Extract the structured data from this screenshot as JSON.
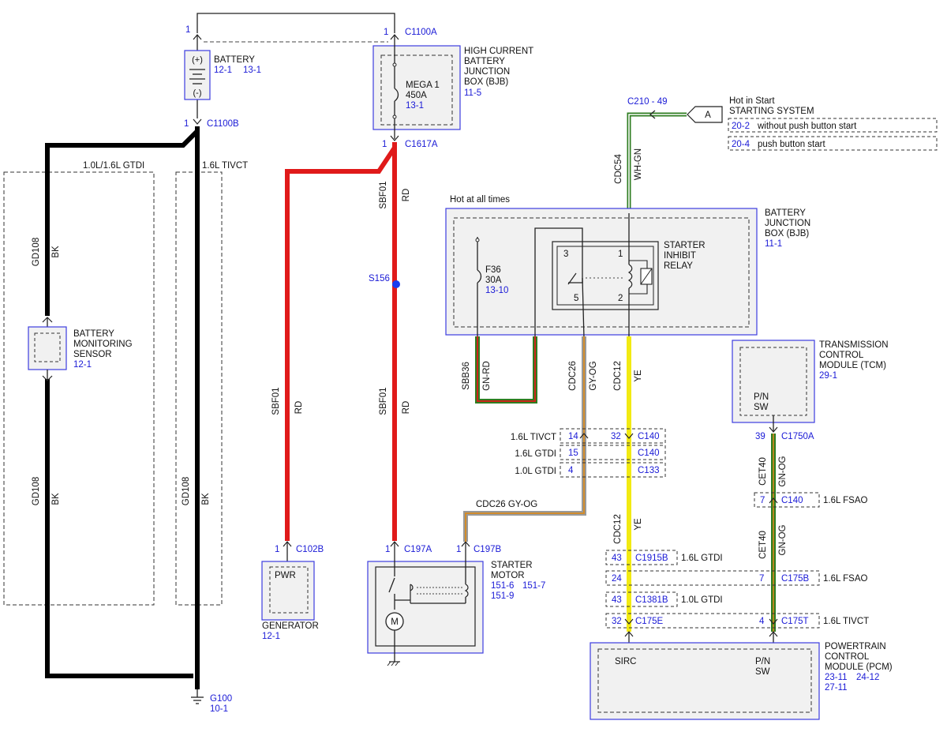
{
  "colors": {
    "bk": "#000000",
    "rd": "#e01a1a",
    "ye": "#f2ea13",
    "gn": "#2f7d21",
    "og": "#d98a1e",
    "gy": "#999999",
    "wh": "#ffffff",
    "ref_blue": "#1a1ad6",
    "frame_blue": "#3c3ce0",
    "splice_blue": "#1a3cf0"
  },
  "components": {
    "battery": {
      "name": "BATTERY",
      "ref1": "12-1",
      "ref2": "13-1",
      "plus": "(+)",
      "minus": "(-)"
    },
    "hcbjb": {
      "name": [
        "HIGH CURRENT",
        "BATTERY",
        "JUNCTION",
        "BOX (BJB)"
      ],
      "ref": "11-5",
      "fuse": "MEGA 1",
      "rating": "450A",
      "fuse_ref": "13-1"
    },
    "bjb": {
      "name": [
        "BATTERY",
        "JUNCTION",
        "BOX (BJB)"
      ],
      "ref": "11-1",
      "hot_label": "Hot at all times",
      "fuse": "F36",
      "rating": "30A",
      "fuse_ref": "13-10"
    },
    "relay": {
      "name": [
        "STARTER",
        "INHIBIT",
        "RELAY"
      ],
      "pins": [
        "3",
        "1",
        "5",
        "2"
      ]
    },
    "bms": {
      "name": [
        "BATTERY",
        "MONITORING",
        "SENSOR"
      ],
      "ref": "12-1"
    },
    "tcm": {
      "name": [
        "TRANSMISSION",
        "CONTROL",
        "MODULE (TCM)"
      ],
      "ref": "29-1",
      "pin_label": [
        "P/N",
        "SW"
      ]
    },
    "generator": {
      "name": "GENERATOR",
      "ref": "12-1",
      "pin_label": "PWR"
    },
    "starter": {
      "name": [
        "STARTER",
        "MOTOR"
      ],
      "ref1": "151-6",
      "ref2": "151-7",
      "ref3": "151-9",
      "motor": "M"
    },
    "pcm": {
      "name": [
        "POWERTRAIN",
        "CONTROL",
        "MODULE (PCM)"
      ],
      "ref1": "23-11",
      "ref2": "24-12",
      "ref3": "27-11",
      "sirc": "SIRC",
      "pn": [
        "P/N",
        "SW"
      ]
    },
    "ground": {
      "name": "G100",
      "ref": "10-1"
    }
  },
  "starting_system": {
    "hot_label": "Hot in Start",
    "title": "STARTING SYSTEM",
    "connector": "C210 - 49",
    "arrow_label": "A",
    "rows": [
      {
        "ref": "20-2",
        "text": "without push button start"
      },
      {
        "ref": "20-4",
        "text": "push button start"
      }
    ]
  },
  "variants": {
    "left": "1.0L/1.6L GTDI",
    "right": "1.6L TIVCT"
  },
  "connectors": {
    "c1100a": {
      "pin": "1",
      "name": "C1100A"
    },
    "c1100b": {
      "pin": "1",
      "name": "C1100B"
    },
    "c1617a": {
      "pin": "1",
      "name": "C1617A"
    },
    "c102b": {
      "pin": "1",
      "name": "C102B"
    },
    "c197a": {
      "pin": "1",
      "name": "C197A"
    },
    "c197b": {
      "pin": "1",
      "name": "C197B"
    },
    "c1750a": {
      "pin": "39",
      "name": "C1750A"
    },
    "battery_top": {
      "pin": "1"
    }
  },
  "wires": {
    "gd108": {
      "circuit": "GD108",
      "color": "BK"
    },
    "sbf01": {
      "circuit": "SBF01",
      "color": "RD"
    },
    "splice": "S156",
    "sbb36": {
      "circuit": "SBB36",
      "color": "GN-RD"
    },
    "cdc26": {
      "circuit": "CDC26",
      "color": "GY-OG"
    },
    "cdc12": {
      "circuit": "CDC12",
      "color": "YE"
    },
    "cdc54": {
      "circuit": "CDC54",
      "color": "WH-GN"
    },
    "cet40": {
      "circuit": "CET40",
      "color": "GN-OG"
    },
    "cdc26_lower": "CDC26   GY-OG"
  },
  "c140_block": [
    {
      "variant": "1.6L TIVCT",
      "pin_a": "14",
      "pin_b": "32",
      "conn": "C140"
    },
    {
      "variant": "1.6L GTDI",
      "pin_a": "15",
      "pin_b": "",
      "conn": "C140"
    },
    {
      "variant": "1.0L GTDI",
      "pin_a": "4",
      "pin_b": "",
      "conn": "C133"
    }
  ],
  "fsao_mid": {
    "pin": "7",
    "conn": "C140",
    "variant": "1.6L FSAO"
  },
  "pcm_block": [
    {
      "pin_a": "43",
      "conn_a": "C1915B",
      "pin_b": "",
      "conn_b": "",
      "variant": "1.6L GTDI"
    },
    {
      "pin_a": "24",
      "conn_a": "",
      "pin_b": "7",
      "conn_b": "C175B",
      "variant": "1.6L FSAO"
    },
    {
      "pin_a": "43",
      "conn_a": "C1381B",
      "pin_b": "",
      "conn_b": "",
      "variant": "1.0L GTDI"
    },
    {
      "pin_a": "32",
      "conn_a": "C175E",
      "pin_b": "4",
      "conn_b": "C175T",
      "variant": "1.6L TIVCT"
    }
  ]
}
